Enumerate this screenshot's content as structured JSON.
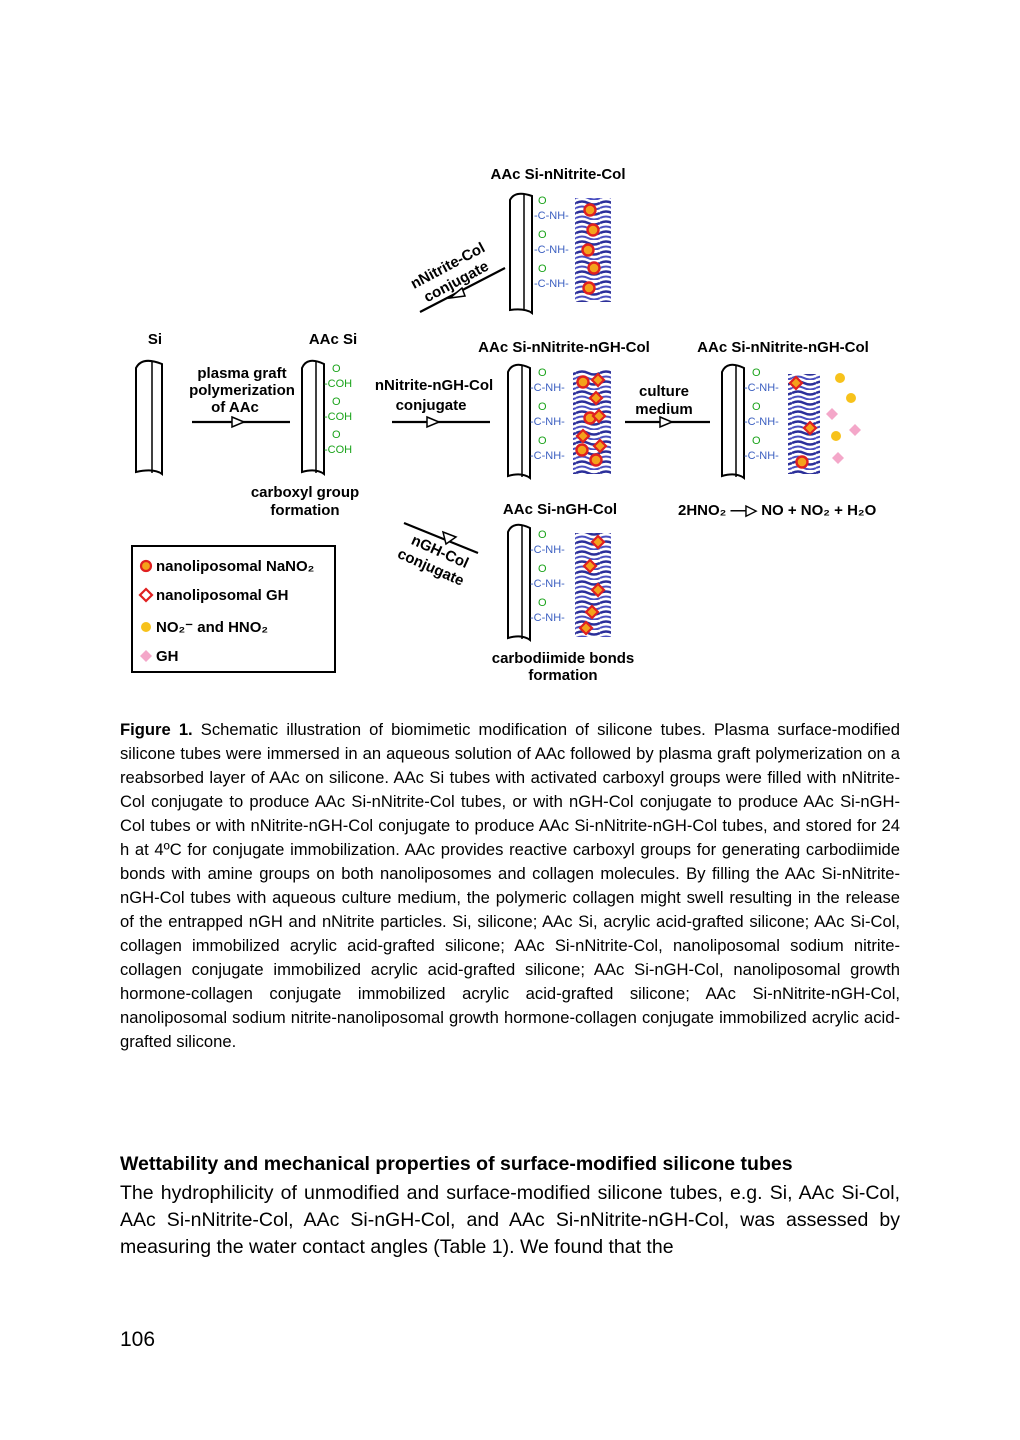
{
  "figure": {
    "labels": {
      "si": "Si",
      "aac_si": "AAc Si",
      "plasma_1": "plasma graft",
      "plasma_2": "polymerization",
      "plasma_3": "of AAc",
      "carboxyl_1": "carboxyl group",
      "carboxyl_2": "formation",
      "nnitrite_col_1": "nNitrite-Col",
      "nnitrite_col_2": "conjugate",
      "aac_si_nnitrite_col": "AAc Si-nNitrite-Col",
      "nnitrite_ngh_col_1": "nNitrite-nGH-Col",
      "nnitrite_ngh_col_2": "conjugate",
      "aac_si_nnitrite_ngh_col_a": "AAc Si-nNitrite-nGH-Col",
      "culture_1": "culture",
      "culture_2": "medium",
      "aac_si_nnitrite_ngh_col_b": "AAc Si-nNitrite-nGH-Col",
      "reaction": "2HNO₂ —▷ NO + NO₂ + H₂O",
      "ngh_col_1": "nGH-Col",
      "ngh_col_2": "conjugate",
      "aac_si_ngh_col": "AAc Si-nGH-Col",
      "carbodiimide_1": "carbodiimide bonds",
      "carbodiimide_2": "formation",
      "cooh": "-COH",
      "conh": "-C-NH-",
      "oxygen": "O"
    },
    "legend": [
      {
        "label": "nanoliposomal NaNO₂",
        "icon": "orange-circle-icon"
      },
      {
        "label": "nanoliposomal GH",
        "icon": "red-diamond-icon"
      },
      {
        "label": "NO₂⁻ and HNO₂",
        "icon": "yellow-dot-icon"
      },
      {
        "label": "GH",
        "icon": "pink-diamond-icon"
      }
    ],
    "colors": {
      "collagen": "#2b2f9a",
      "nanoliposome_fill": "#f4a21b",
      "nanoliposome_stroke": "#e02020",
      "chem_blue": "#3b5fc0",
      "chem_green": "#1aa31a",
      "no2": "#f7c21b",
      "gh": "#f4a7c9"
    }
  },
  "caption": {
    "label": "Figure 1.",
    "text": " Schematic illustration of biomimetic modification of silicone tubes. Plasma surface-modified silicone tubes were immersed in an aqueous solution of AAc followed by plasma graft polymerization on a reabsorbed layer of AAc on silicone. AAc Si tubes with activated carboxyl groups were filled with nNitrite-Col conjugate to produce AAc Si-nNitrite-Col tubes, or with nGH-Col conjugate to produce AAc Si-nGH-Col tubes or with nNitrite-nGH-Col conjugate to produce AAc Si-nNitrite-nGH-Col tubes, and stored for 24 h at 4ºC for conjugate immobilization. AAc provides reactive carboxyl groups for generating carbodiimide bonds with amine groups on both nanoliposomes and collagen molecules. By filling the AAc Si-nNitrite-nGH-Col tubes with aqueous culture medium, the polymeric collagen might swell resulting in the release of the entrapped nGH and nNitrite particles. Si, silicone; AAc Si, acrylic acid-grafted silicone; AAc Si-Col, collagen immobilized acrylic acid-grafted silicone; AAc Si-nNitrite-Col, nanoliposomal sodium nitrite-collagen conjugate immobilized acrylic acid-grafted silicone; AAc Si-nGH-Col, nanoliposomal growth hormone-collagen conjugate immobilized acrylic acid-grafted silicone; AAc Si-nNitrite-nGH-Col, nanoliposomal sodium nitrite-nanoliposomal growth hormone-collagen conjugate immobilized acrylic acid-grafted silicone."
  },
  "section": {
    "title": "Wettability and mechanical properties of surface-modified silicone tubes",
    "body": "The hydrophilicity of unmodified and surface-modified silicone tubes, e.g. Si, AAc Si-Col, AAc Si-nNitrite-Col, AAc Si-nGH-Col, and AAc Si-nNitrite-nGH-Col, was assessed by measuring the water contact angles (Table 1). We found that the"
  },
  "page_number": "106"
}
